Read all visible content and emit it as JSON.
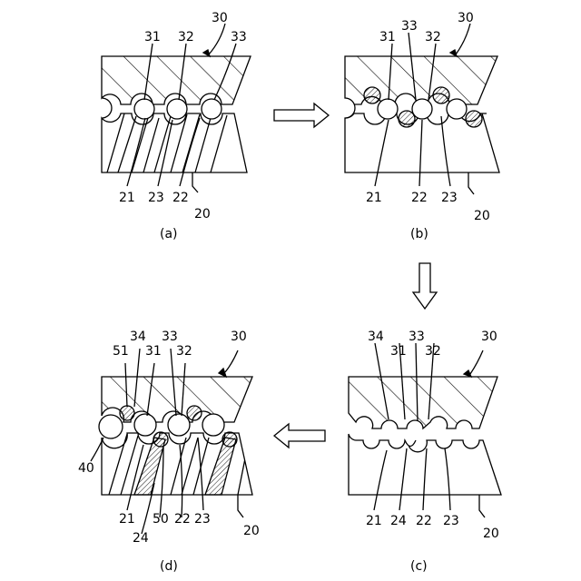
{
  "panels": {
    "a": {
      "caption": "(a)",
      "labels": {
        "l30": "30",
        "l31": "31",
        "l32": "32",
        "l33": "33",
        "l21": "21",
        "l23": "23",
        "l22": "22",
        "l20": "20"
      }
    },
    "b": {
      "caption": "(b)",
      "labels": {
        "l30": "30",
        "l31": "31",
        "l33": "33",
        "l32": "32",
        "l21": "21",
        "l22": "22",
        "l23": "23",
        "l20": "20"
      }
    },
    "c": {
      "caption": "(c)",
      "labels": {
        "l34": "34",
        "l31": "31",
        "l33": "33",
        "l32": "32",
        "l30": "30",
        "l21": "21",
        "l24": "24",
        "l22": "22",
        "l23": "23",
        "l20": "20"
      }
    },
    "d": {
      "caption": "(d)",
      "labels": {
        "l51": "51",
        "l34": "34",
        "l31": "31",
        "l33": "33",
        "l32": "32",
        "l30": "30",
        "l40": "40",
        "l21": "21",
        "l50": "50",
        "l22": "22",
        "l23": "23",
        "l24": "24",
        "l20": "20"
      }
    }
  }
}
